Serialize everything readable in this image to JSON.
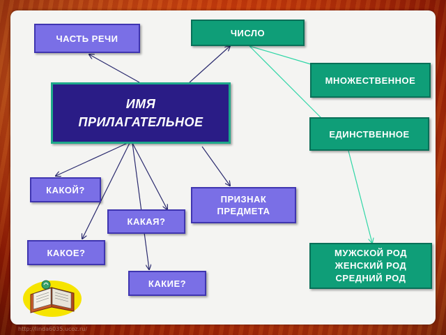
{
  "diagram": {
    "central_node": {
      "line1": "ИМЯ",
      "line2": "ПРИЛАГАТЕЛЬНОЕ"
    },
    "nodes": {
      "part_of_speech": "ЧАСТЬ РЕЧИ",
      "number": "ЧИСЛО",
      "plural": "МНОЖЕСТВЕННОЕ",
      "singular": "ЕДИНСТВЕННОЕ",
      "gender_masc": "МУЖСКОЙ РОД",
      "gender_fem": "ЖЕНСКИЙ РОД",
      "gender_neut": "СРЕДНИЙ РОД",
      "attribute_line1": "ПРИЗНАК",
      "attribute_line2": "ПРЕДМЕТА",
      "q_kakoy": "КАКОЙ?",
      "q_kakaya": "КАКАЯ?",
      "q_kakoe": "КАКОЕ?",
      "q_kakie": "КАКИЕ?"
    },
    "colors": {
      "violet_box": "#7a6fe6",
      "green_box": "#0f9e78",
      "central_box": "#2a1c86",
      "dark_arrows": "#2a2a6e",
      "green_arrows": "#2fd6a6"
    }
  },
  "footer": {
    "url": "http://linda6035.ucoz.ru/"
  }
}
